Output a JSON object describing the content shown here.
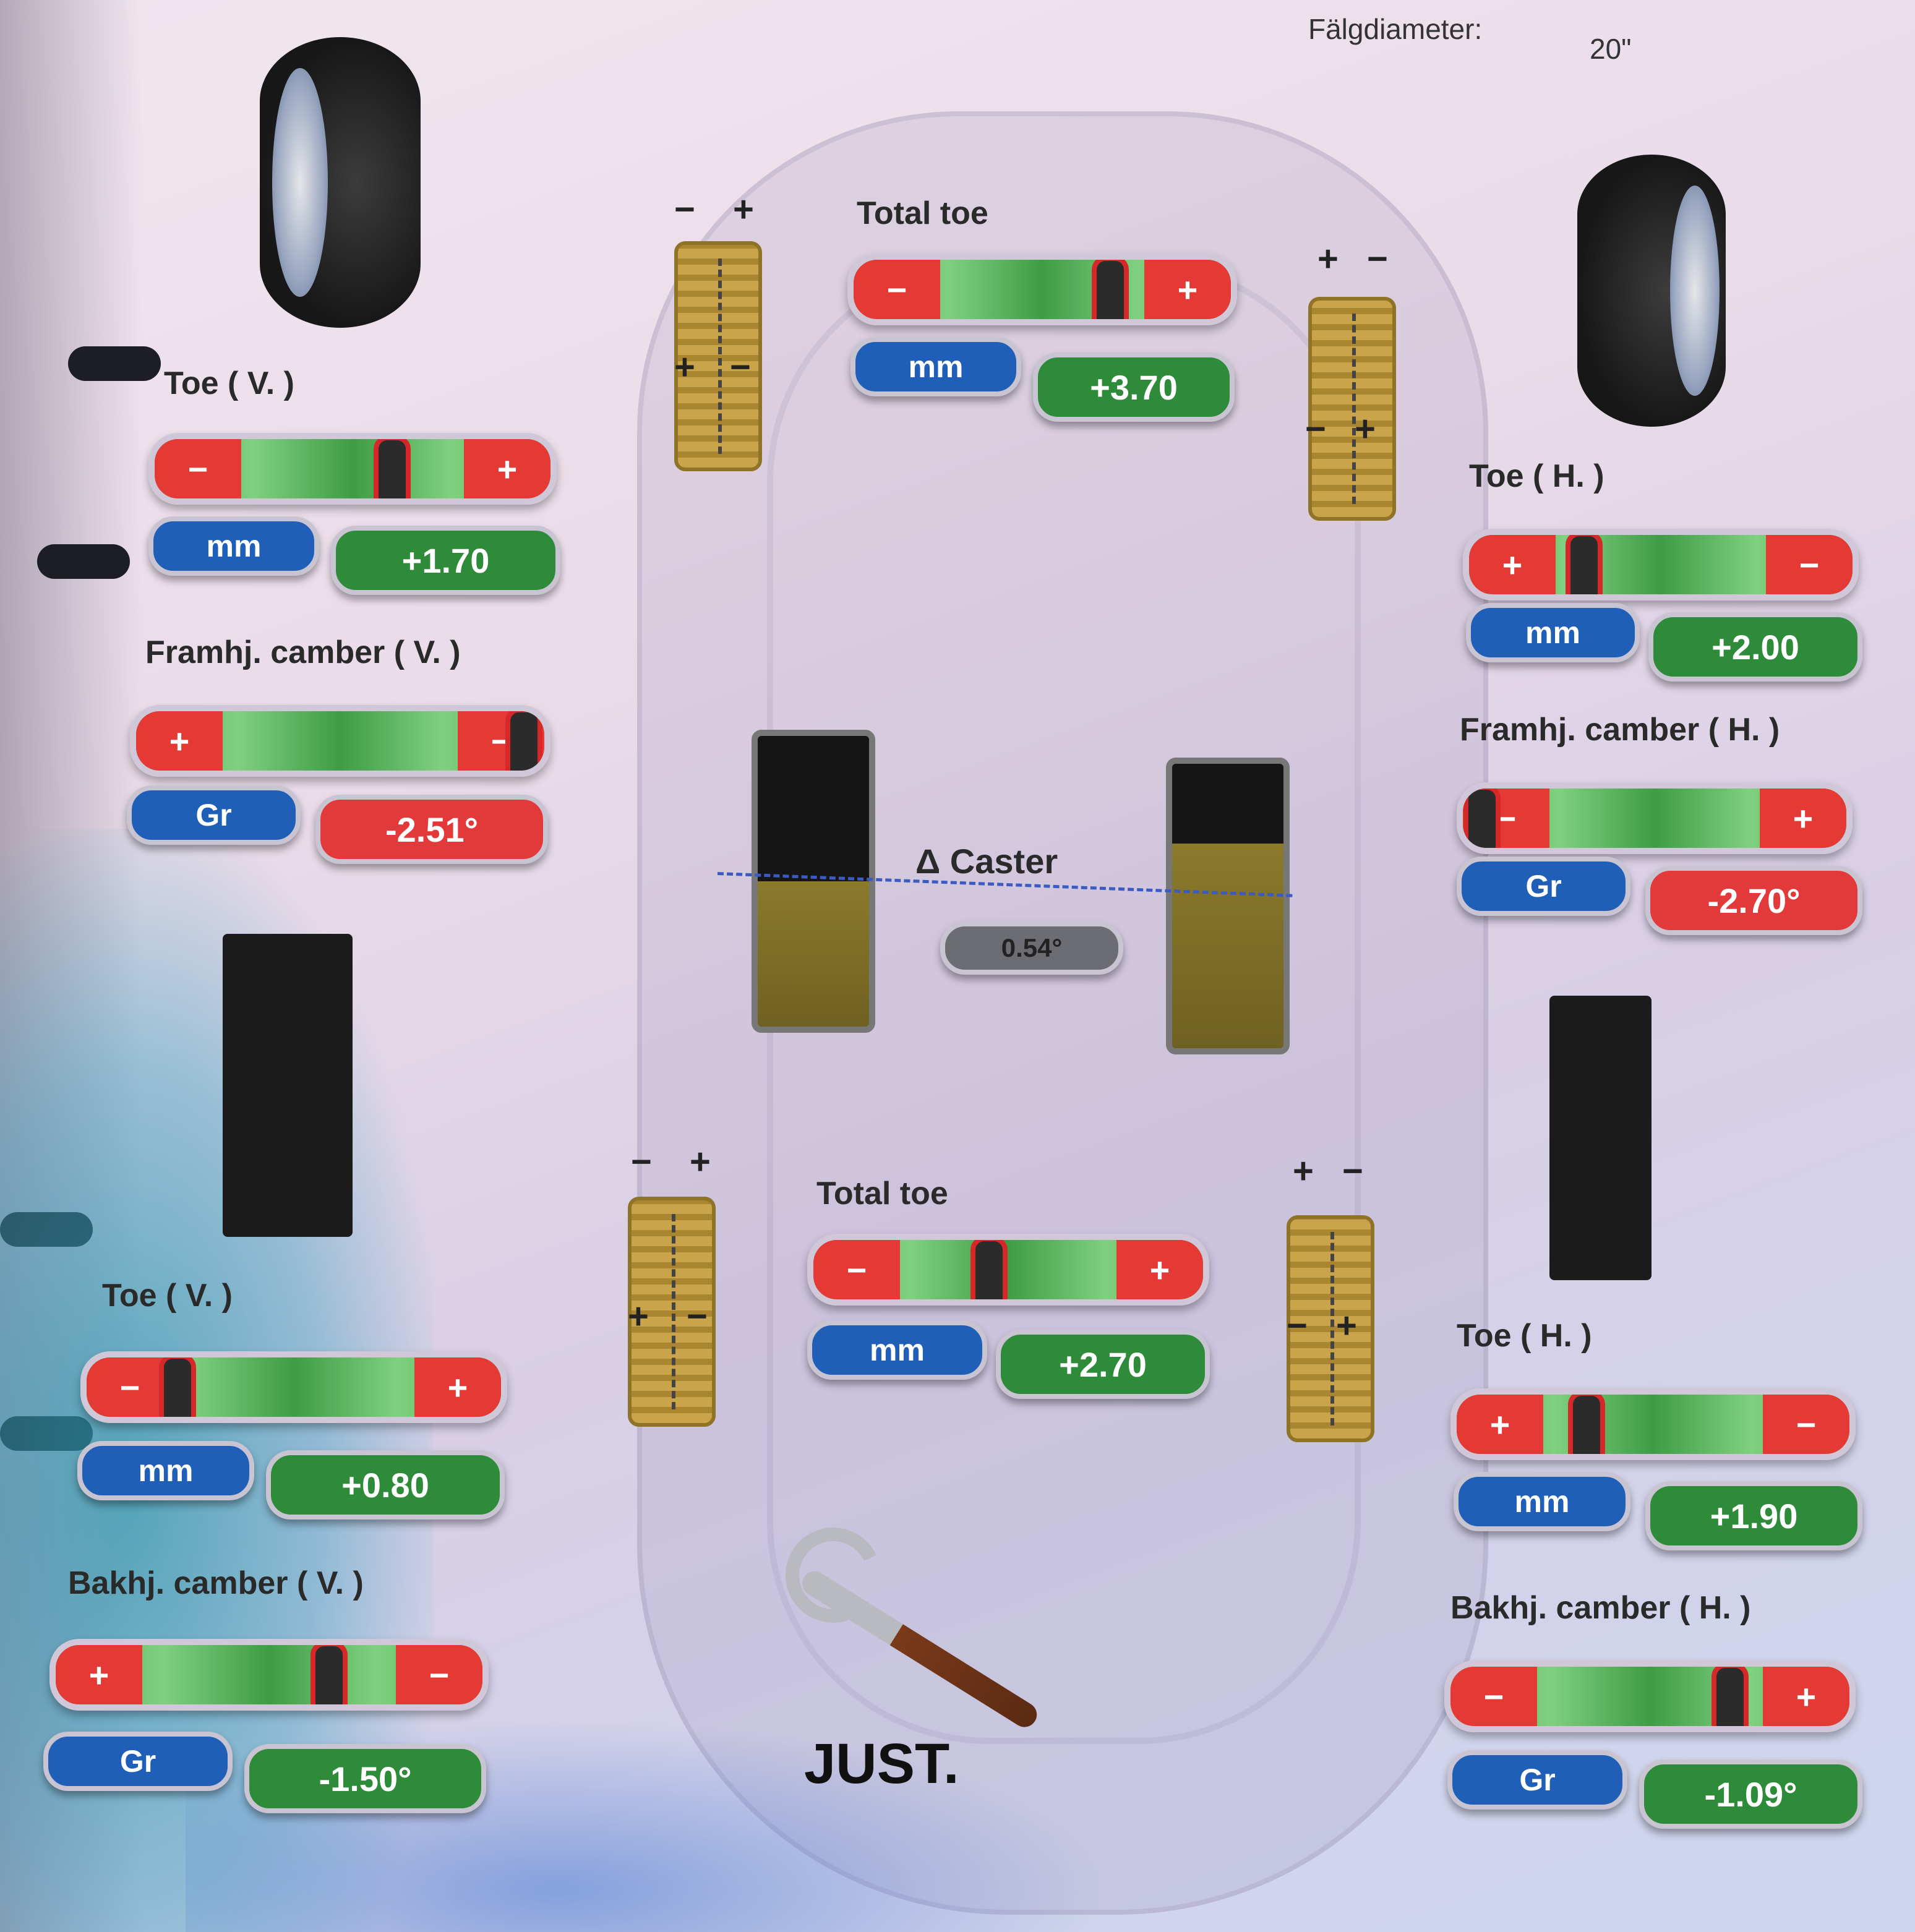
{
  "header": {
    "rim_label": "Fälgdiameter:",
    "rim_value": "20\""
  },
  "front": {
    "total_toe": {
      "title": "Total toe",
      "left_sign": "−",
      "right_sign": "+",
      "marker_position": 0.68,
      "unit": "mm",
      "value": "+3.70",
      "value_color": "green"
    },
    "toe_left": {
      "title": "Toe ( V. )",
      "left_sign": "−",
      "right_sign": "+",
      "marker_position": 0.6,
      "unit": "mm",
      "value": "+1.70",
      "value_color": "green"
    },
    "toe_right": {
      "title": "Toe ( H. )",
      "left_sign": "+",
      "right_sign": "−",
      "marker_position": 0.3,
      "unit": "mm",
      "value": "+2.00",
      "value_color": "green"
    },
    "camber_left": {
      "title": "Framhj. camber ( V. )",
      "left_sign": "+",
      "right_sign": "−",
      "marker_position": 0.97,
      "unit": "Gr",
      "value": "-2.51°",
      "value_color": "red"
    },
    "camber_right": {
      "title": "Framhj. camber ( H. )",
      "left_sign": "−",
      "right_sign": "+",
      "marker_position": 0.03,
      "unit": "Gr",
      "value": "-2.70°",
      "value_color": "red"
    },
    "wheel_left_signs": {
      "top_left": "−",
      "top_right": "+",
      "mid_left": "+",
      "mid_right": "−"
    },
    "wheel_right_signs": {
      "top_left": "+",
      "top_right": "−",
      "mid_left": "−",
      "mid_right": "+"
    }
  },
  "caster": {
    "title": "Δ Caster",
    "value": "0.54°"
  },
  "rear": {
    "total_toe": {
      "title": "Total toe",
      "left_sign": "−",
      "right_sign": "+",
      "marker_position": 0.45,
      "unit": "mm",
      "value": "+2.70",
      "value_color": "green"
    },
    "toe_left": {
      "title": "Toe ( V. )",
      "left_sign": "−",
      "right_sign": "+",
      "marker_position": 0.22,
      "unit": "mm",
      "value": "+0.80",
      "value_color": "green"
    },
    "toe_right": {
      "title": "Toe ( H. )",
      "left_sign": "+",
      "right_sign": "−",
      "marker_position": 0.33,
      "unit": "mm",
      "value": "+1.90",
      "value_color": "green"
    },
    "camber_left": {
      "title": "Bakhj. camber ( V. )",
      "left_sign": "+",
      "right_sign": "−",
      "marker_position": 0.64,
      "unit": "Gr",
      "value": "-1.50°",
      "value_color": "green"
    },
    "camber_right": {
      "title": "Bakhj. camber ( H. )",
      "left_sign": "−",
      "right_sign": "+",
      "marker_position": 0.7,
      "unit": "Gr",
      "value": "-1.09°",
      "value_color": "green"
    },
    "wheel_left_signs": {
      "top_left": "−",
      "top_right": "+",
      "mid_left": "+",
      "mid_right": "−"
    },
    "wheel_right_signs": {
      "top_left": "+",
      "top_right": "−",
      "mid_left": "−",
      "mid_right": "+"
    }
  },
  "footer": {
    "adjust_label": "JUST."
  },
  "colors": {
    "gauge_end": "#e53935",
    "unit_pill": "#1f5fb8",
    "value_green": "#2e8b3a",
    "value_red": "#e23a3a"
  },
  "icons": [
    "tire-icon",
    "tread-icon",
    "wrench-icon"
  ]
}
